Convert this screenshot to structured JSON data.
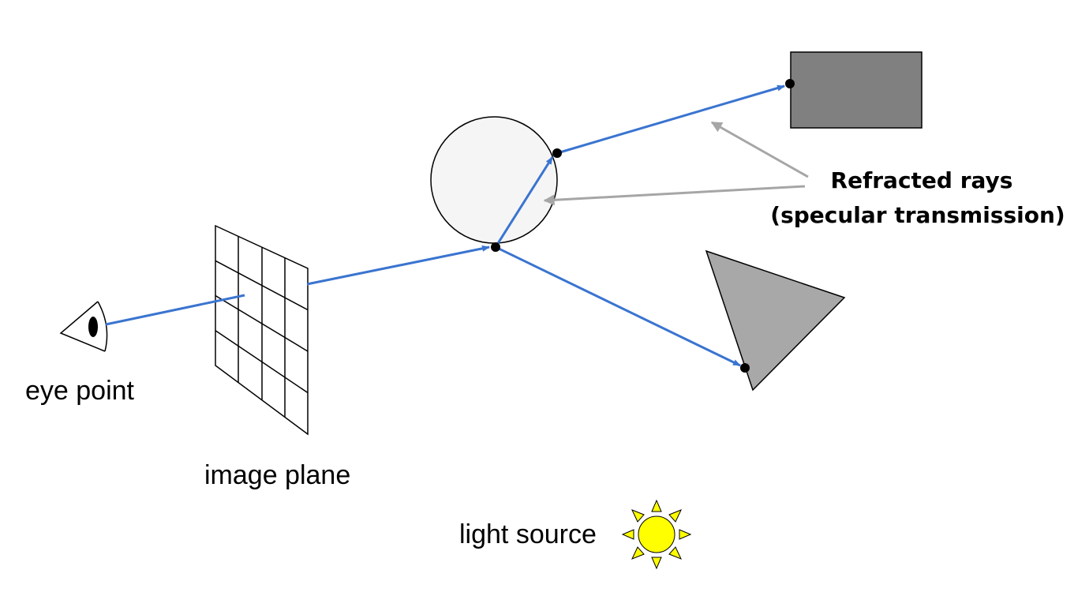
{
  "labels": {
    "eye_point": "eye point",
    "image_plane": "image plane",
    "light_source": "light source",
    "refracted_line1": "Refracted rays",
    "refracted_line2": "(specular transmission)"
  },
  "colors": {
    "ray": "#3a74d0",
    "annotation_arrow": "#a6a6a6",
    "sphere_fill": "#f5f5f5",
    "rectangle_fill": "#808080",
    "triangle_fill": "#a8a8a8",
    "sun_fill": "#ffff00",
    "outline": "#000000"
  },
  "icons": {
    "eye": "eye-icon",
    "sun": "sun-icon"
  }
}
